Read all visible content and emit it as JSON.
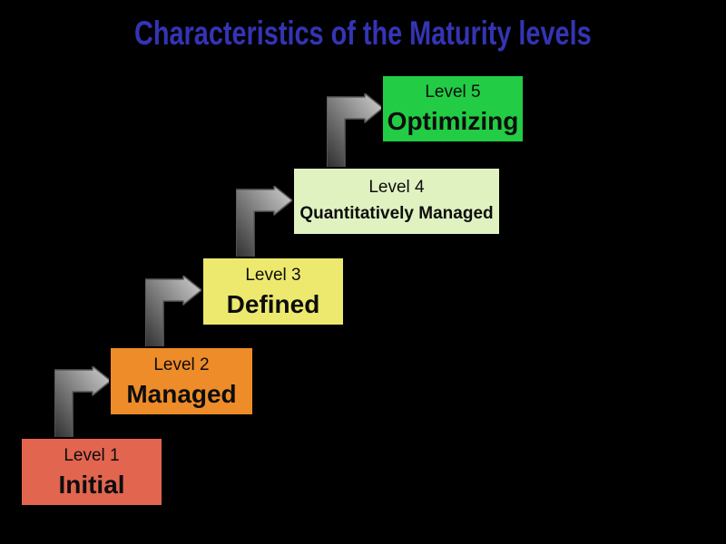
{
  "title": {
    "text": "Characteristics of the Maturity levels",
    "color": "#3434b4"
  },
  "background_color": "#000000",
  "levels": [
    {
      "label": "Level 1",
      "name": "Initial",
      "color": "#e2654f"
    },
    {
      "label": "Level 2",
      "name": "Managed",
      "color": "#ee8c29"
    },
    {
      "label": "Level 3",
      "name": "Defined",
      "color": "#ede96e"
    },
    {
      "label": "Level 4",
      "name": "Quantitatively Managed",
      "color": "#dff2c0"
    },
    {
      "label": "Level 5",
      "name": "Optimizing",
      "color": "#22cc44"
    }
  ],
  "arrows": {
    "icon": "elbow-up-right-arrow",
    "count": 4,
    "gradient_from": "#2b2b2b",
    "gradient_to": "#d2d2d2",
    "outline": "#5a5a5a"
  },
  "text_color": "#0d0d0d"
}
